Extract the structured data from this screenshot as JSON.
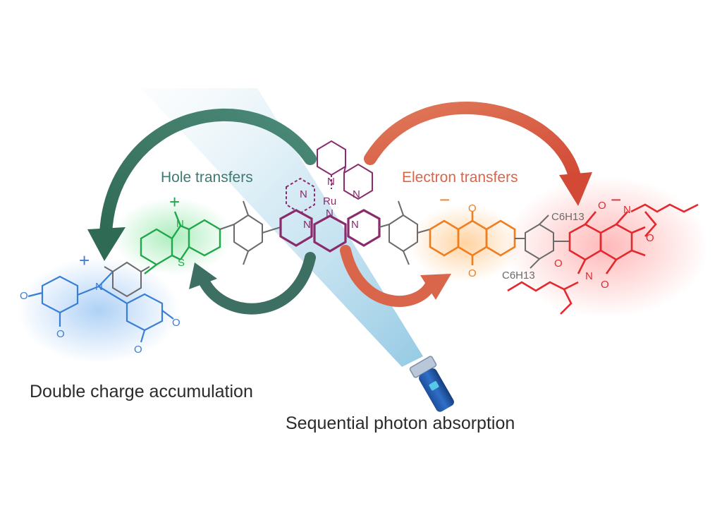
{
  "labels": {
    "hole": "Hole transfers",
    "electron": "Electron transfers",
    "double_charge": "Double charge accumulation",
    "sequential": "Sequential photon absorption"
  },
  "charges": {
    "plus": "+",
    "minus": "−"
  },
  "atoms": {
    "ru": "Ru",
    "n": "N",
    "s": "S",
    "o": "O",
    "ome": "O",
    "c6h13": "C6H13"
  },
  "colors": {
    "blue": "#3a7fd6",
    "green": "#1fa84a",
    "purple": "#8a2b6b",
    "orange": "#f07d1e",
    "red": "#e3282e",
    "gray": "#6b6b6b",
    "hole_arrow": "#3d6f63",
    "electron_arrow": "#d9654a",
    "beam": "#b9dcec"
  },
  "icons": {
    "flashlight": "flashlight-icon"
  }
}
